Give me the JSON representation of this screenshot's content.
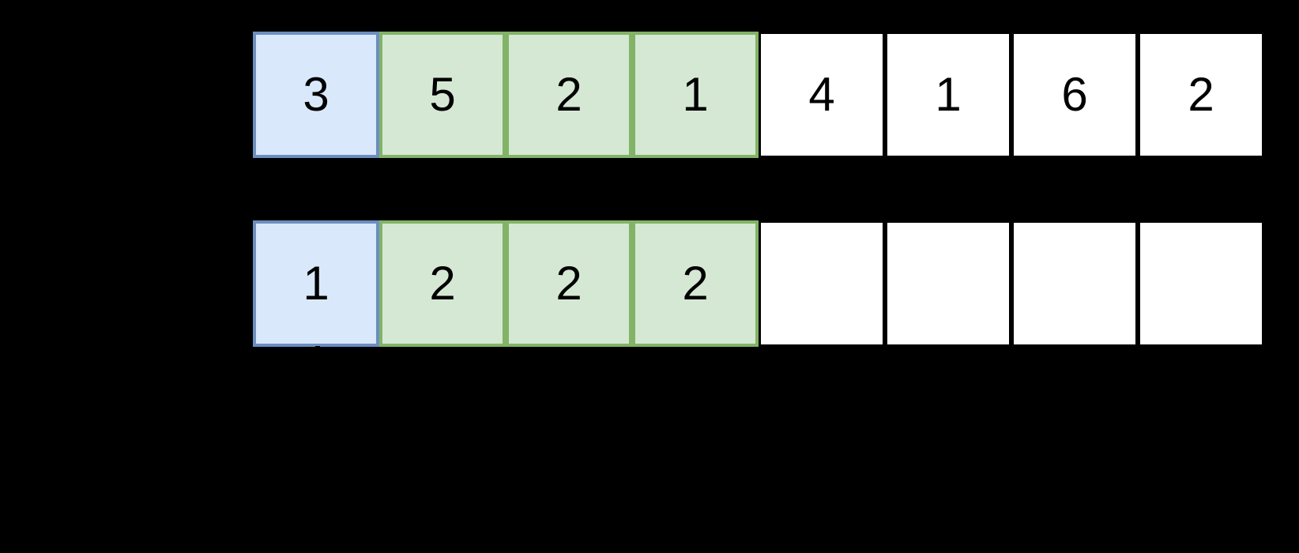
{
  "colors": {
    "background": "#000000",
    "blue_fill": "#dae8fc",
    "blue_border": "#6c8ebf",
    "green_fill": "#d5e8d4",
    "green_border": "#82b366",
    "white_fill": "#ffffff",
    "white_border": "#000000",
    "text": "#000000"
  },
  "rows": [
    {
      "name": "top-array",
      "cells": [
        {
          "value": "3",
          "highlight": "blue"
        },
        {
          "value": "5",
          "highlight": "green"
        },
        {
          "value": "2",
          "highlight": "green"
        },
        {
          "value": "1",
          "highlight": "green"
        },
        {
          "value": "4",
          "highlight": "none"
        },
        {
          "value": "1",
          "highlight": "none"
        },
        {
          "value": "6",
          "highlight": "none"
        },
        {
          "value": "2",
          "highlight": "none"
        }
      ]
    },
    {
      "name": "bottom-array",
      "cells": [
        {
          "value": "1",
          "highlight": "blue"
        },
        {
          "value": "2",
          "highlight": "green"
        },
        {
          "value": "2",
          "highlight": "green"
        },
        {
          "value": "2",
          "highlight": "green"
        },
        {
          "value": "",
          "highlight": "none"
        },
        {
          "value": "",
          "highlight": "none"
        },
        {
          "value": "",
          "highlight": "none"
        },
        {
          "value": "",
          "highlight": "none"
        }
      ]
    }
  ]
}
